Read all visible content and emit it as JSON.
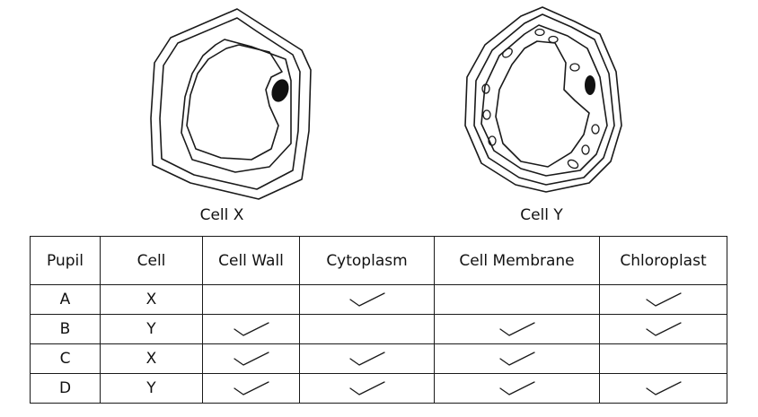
{
  "cells": [
    {
      "id": "X",
      "caption": "Cell X"
    },
    {
      "id": "Y",
      "caption": "Cell Y"
    }
  ],
  "table": {
    "headers": [
      "Pupil",
      "Cell",
      "Cell Wall",
      "Cytoplasm",
      "Cell Membrane",
      "Chloroplast"
    ],
    "rows": [
      {
        "pupil": "A",
        "cell": "X",
        "cell_wall": false,
        "cytoplasm": true,
        "cell_membrane": false,
        "chloroplast": true
      },
      {
        "pupil": "B",
        "cell": "Y",
        "cell_wall": true,
        "cytoplasm": false,
        "cell_membrane": true,
        "chloroplast": true
      },
      {
        "pupil": "C",
        "cell": "X",
        "cell_wall": true,
        "cytoplasm": true,
        "cell_membrane": true,
        "chloroplast": false
      },
      {
        "pupil": "D",
        "cell": "Y",
        "cell_wall": true,
        "cytoplasm": true,
        "cell_membrane": true,
        "chloroplast": true
      }
    ]
  },
  "icons": {
    "tick": "check-mark-icon"
  }
}
